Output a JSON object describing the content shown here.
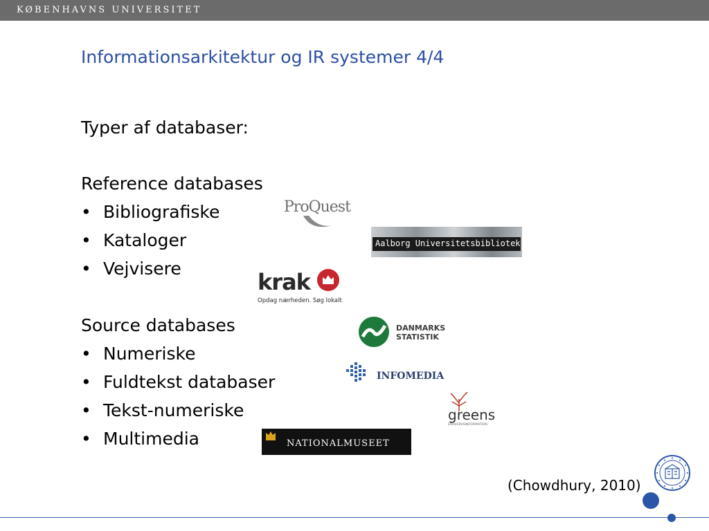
{
  "header": {
    "institution": "KØBENHAVNS UNIVERSITET"
  },
  "slide": {
    "title": "Informationsarkitektur og IR systemer 4/4",
    "intro": "Typer af databaser:",
    "reference_heading": "Reference databases",
    "reference_items": [
      "Bibliografiske",
      "Kataloger",
      "Vejvisere"
    ],
    "source_heading": "Source databases",
    "source_items": [
      "Numeriske",
      "Fuldtekst databaser",
      "Tekst-numeriske",
      "Multimedia"
    ],
    "citation": "(Chowdhury, 2010)",
    "bullet": "•"
  },
  "logos": {
    "proquest": "ProQuest",
    "aalborg": "Aalborg Universitetsbibliotek",
    "krak": "krak",
    "krak_tagline": "Opdag nærheden. Søg lokalt.",
    "danmarks_statistik_1": "DANMARKS",
    "danmarks_statistik_2": "STATISTIK",
    "infomedia": "INFOMEDIA",
    "greens": "greens",
    "greens_sub": "ERHVERVSINFORMATION",
    "nationalmuseet": "NATIONALMUSEET"
  },
  "colors": {
    "title": "#2b4fa3",
    "topbar": "#6b6b6b",
    "accent": "#2b56a8"
  }
}
